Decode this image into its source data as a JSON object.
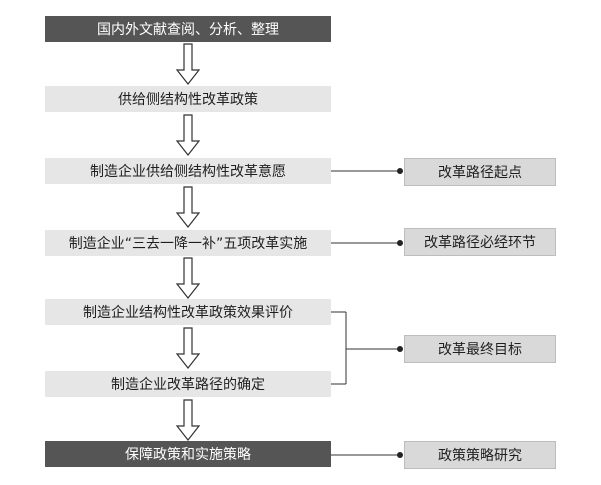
{
  "diagram": {
    "main_steps": [
      "国内外文献查阅、分析、整理",
      "供给侧结构性改革政策",
      "制造企业供给侧结构性改革意愿",
      "制造企业“三去一降一补”五项改革实施",
      "制造企业结构性改革政策效果评价",
      "制造企业改革路径的确定",
      "保障政策和实施策略"
    ],
    "side_labels": [
      "改革路径起点",
      "改革路径必经环节",
      "改革最终目标",
      "政策策略研究"
    ]
  }
}
